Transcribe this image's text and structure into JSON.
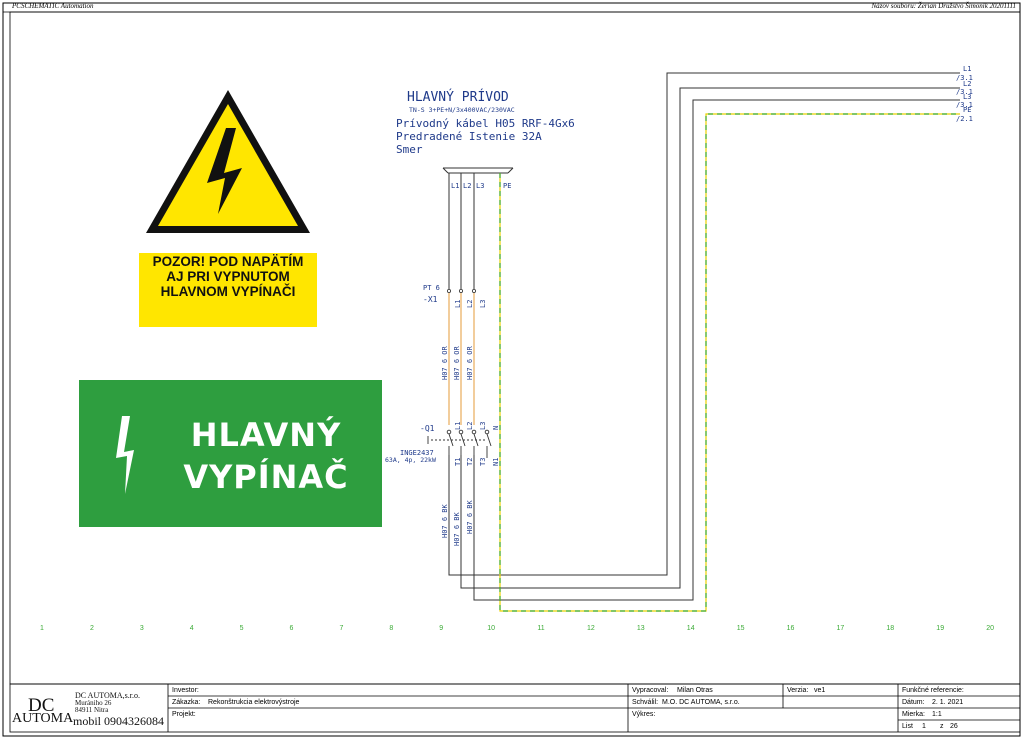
{
  "header": {
    "software": "PCSCHEMATIC Automation",
    "file_name": "Názov souboru: Žerian Družstvo Šimoník 20201111"
  },
  "warning_sign": {
    "text_line1": "POZOR! POD NAPÄTÍM",
    "text_line2": "AJ PRI VYPNUTOM",
    "text_line3": "HLAVNOM VYPÍNAČI",
    "colors": {
      "yellow": "#FFE600",
      "black": "#111111"
    },
    "icon": "high-voltage-triangle-icon"
  },
  "main_switch_sign": {
    "line1": "HLAVNÝ",
    "line2": "VYPÍNAČ",
    "colors": {
      "green": "#2E9E3F",
      "white": "#FFFFFF"
    },
    "icon": "lightning-bolt-icon"
  },
  "schematic": {
    "title": "HLAVNÝ PRÍVOD",
    "network": "TN-S 3+PE+N/3x400VAC/230VAC",
    "cable": "Prívodný kábel H05 RRF-4Gx6",
    "breaker": "Predradené Istenie 32A",
    "direction": "Smer",
    "busbar_labels": [
      "L1",
      "L2",
      "L3",
      "PE"
    ],
    "terminal_ref": "PT 6",
    "terminal_name": "-X1",
    "terminal_pins": [
      "L1",
      "L2",
      "L3"
    ],
    "wire_top": "H07 6 OR",
    "switch_name": "-Q1",
    "switch_type": "INGE2437",
    "switch_rating": "63A, 4p, 22kW",
    "switch_top_pins": [
      "L1",
      "L2",
      "L3",
      "N"
    ],
    "switch_bottom_pins": [
      "T1",
      "T2",
      "T3",
      "N1"
    ],
    "wire_bottom": "H07 6 BK",
    "cross_refs": [
      {
        "label": "L1",
        "ref": "/3.1"
      },
      {
        "label": "L2",
        "ref": "/3.1"
      },
      {
        "label": "L3",
        "ref": "/3.1"
      },
      {
        "label": "PE",
        "ref": "/2.1"
      }
    ],
    "columns": [
      "1",
      "2",
      "3",
      "4",
      "5",
      "6",
      "7",
      "8",
      "9",
      "10",
      "11",
      "12",
      "13",
      "14",
      "15",
      "16",
      "17",
      "18",
      "19",
      "20"
    ],
    "colors": {
      "blue": "#1F3A8A",
      "orange": "#E59B3A",
      "pe_green": "#3AAA35",
      "pe_yellow": "#E8D000"
    }
  },
  "title_block": {
    "company": "DC AUTOMA,s.r.o.",
    "street": "Murániho 26",
    "city": "84911 Nitra",
    "logo_top": "DC",
    "logo_bottom": "AUTOMA",
    "mobile": "mobil 0904326084",
    "investor_label": "Investor:",
    "zakazka_label": "Zákazka:",
    "zakazka_value": "Rekonštrukcia elektrovýstroje",
    "projekt_label": "Projekt:",
    "vypracoval_label": "Vypracoval:",
    "vypracoval_value": "Milan Otras",
    "schvalil_label": "Schválil:",
    "schvalil_value": "M.O. DC AUTOMA, s.r.o.",
    "vykres_label": "Výkres:",
    "verzia_label": "Verzia:",
    "verzia_value": "ve1",
    "funkcne_label": "Funkčné referencie:",
    "datum_label": "Dátum:",
    "datum_value": "2. 1. 2021",
    "mierka_label": "Mierka:",
    "mierka_value": "1:1",
    "list_label": "List",
    "list_value": "1",
    "z_label": "z",
    "z_value": "26"
  }
}
